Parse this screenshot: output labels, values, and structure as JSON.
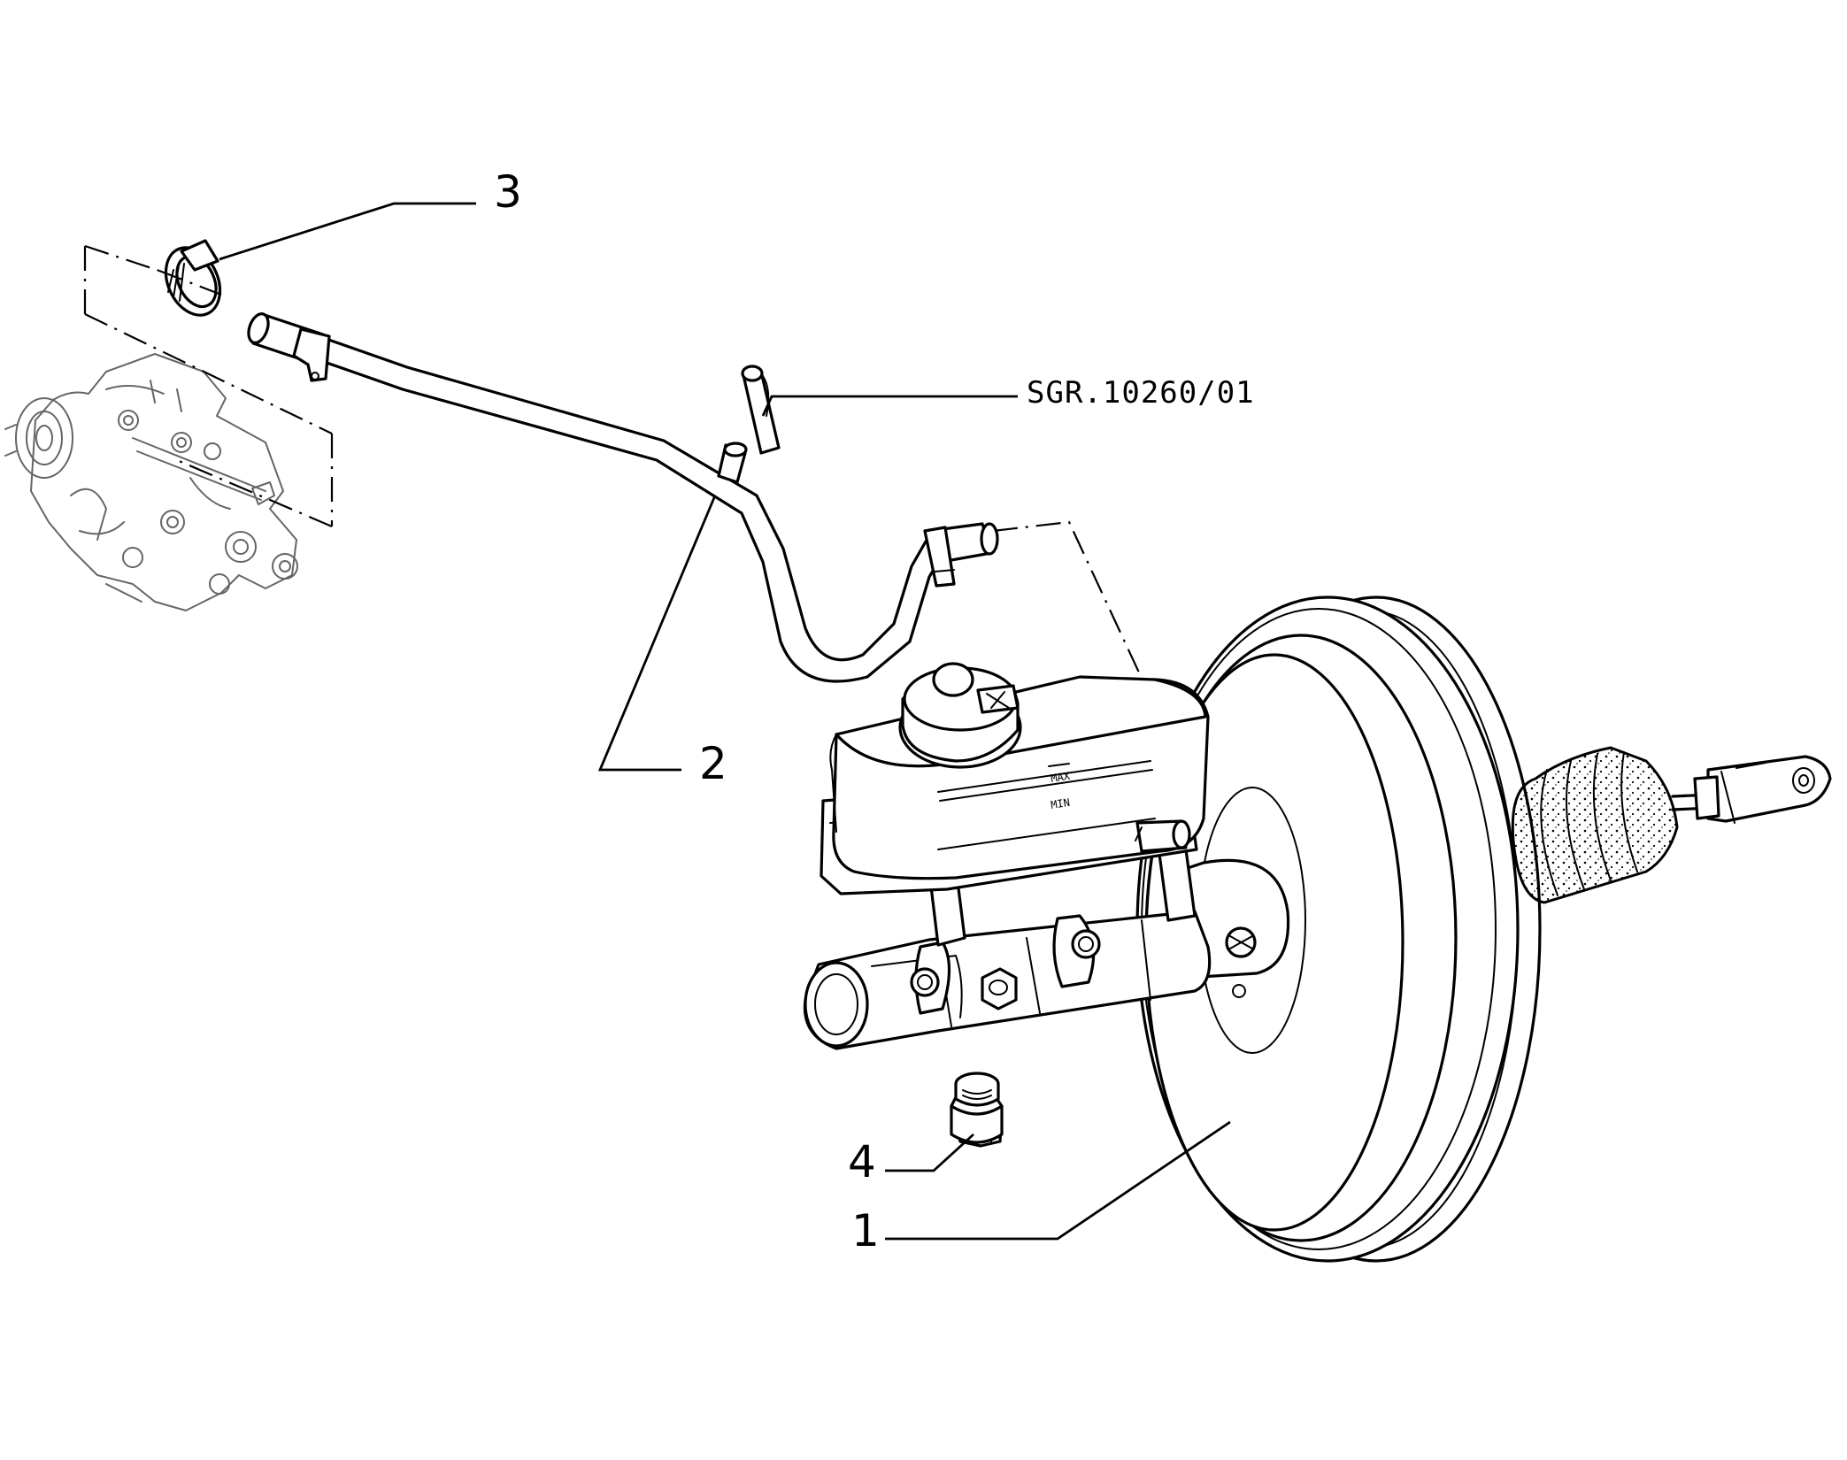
{
  "diagram": {
    "reference_code": "SGR.10260/01",
    "reservoir_marks": {
      "max": "MAX",
      "min": "MIN"
    },
    "callouts": [
      {
        "number": "1",
        "part": "brake-booster-with-master-cylinder"
      },
      {
        "number": "2",
        "part": "vacuum-hose"
      },
      {
        "number": "3",
        "part": "hose-clamp"
      },
      {
        "number": "4",
        "part": "plug"
      }
    ]
  }
}
